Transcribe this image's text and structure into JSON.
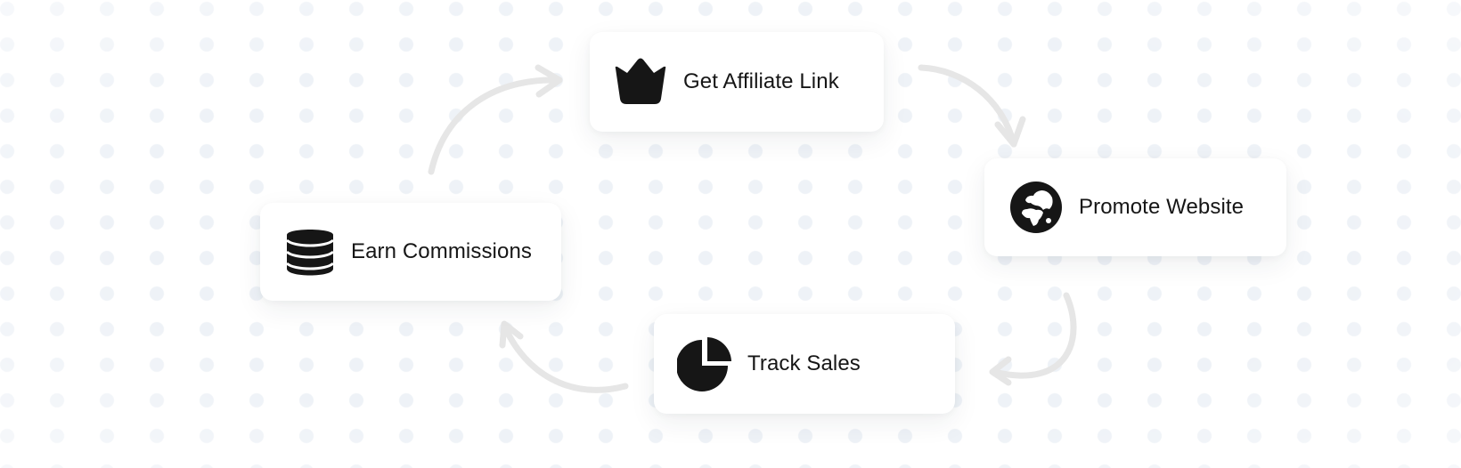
{
  "diagram": {
    "type": "cycle",
    "steps": [
      {
        "id": "get-affiliate-link",
        "label": "Get Affiliate Link",
        "icon": "crown-icon"
      },
      {
        "id": "promote-website",
        "label": "Promote Website",
        "icon": "globe-icon"
      },
      {
        "id": "track-sales",
        "label": "Track Sales",
        "icon": "pie-chart-icon"
      },
      {
        "id": "earn-commissions",
        "label": "Earn Commissions",
        "icon": "database-coins-icon"
      }
    ],
    "flow": [
      {
        "from": "Get Affiliate Link",
        "to": "Promote Website"
      },
      {
        "from": "Promote Website",
        "to": "Track Sales"
      },
      {
        "from": "Track Sales",
        "to": "Earn Commissions"
      },
      {
        "from": "Earn Commissions",
        "to": "Get Affiliate Link"
      }
    ]
  },
  "colors": {
    "background": "#ffffff",
    "dot": "#eef2f7",
    "card": "#ffffff",
    "text": "#161616",
    "icon": "#161616",
    "arrow": "#e6e6e6"
  }
}
